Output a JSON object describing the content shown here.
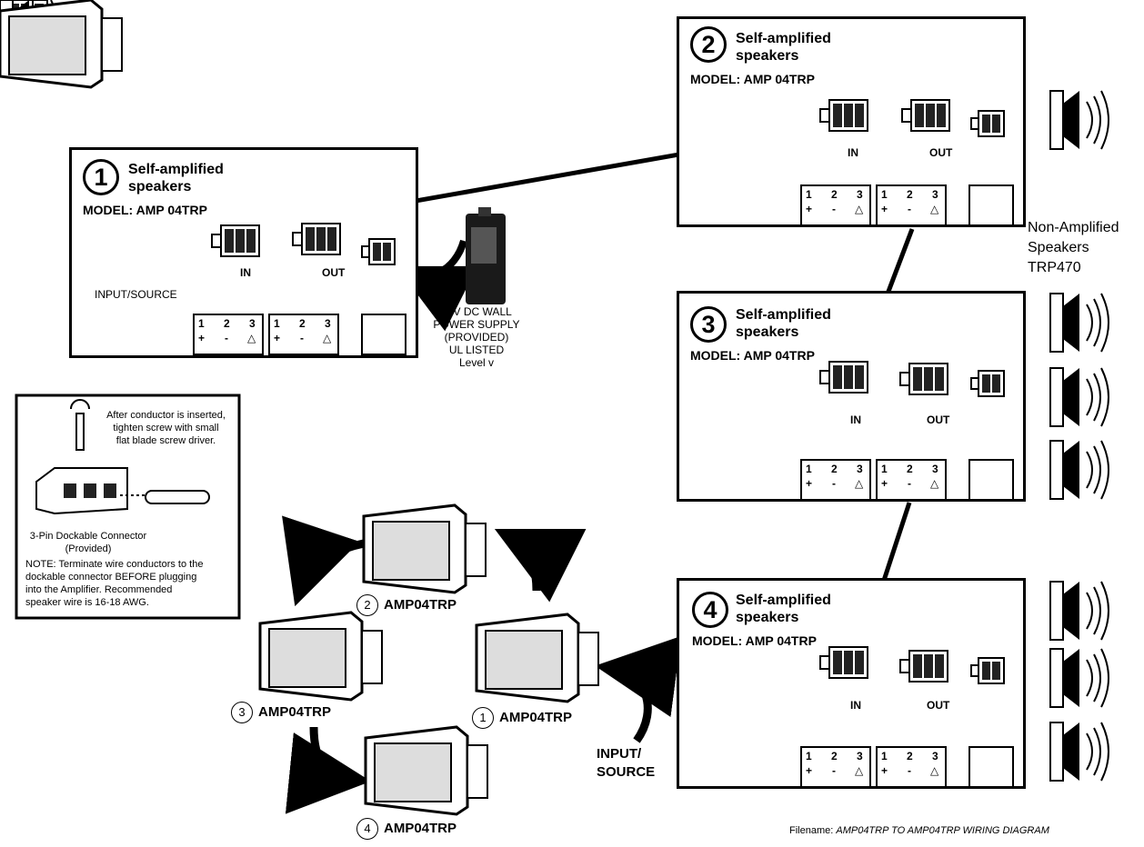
{
  "panels": [
    {
      "number": "1",
      "title": "Self-amplified\nspeakers",
      "model": "MODEL: AMP 04TRP",
      "in_label": "IN",
      "out_label": "OUT"
    },
    {
      "number": "2",
      "title": "Self-amplified\nspeakers",
      "model": "MODEL: AMP 04TRP",
      "in_label": "IN",
      "out_label": "OUT"
    },
    {
      "number": "3",
      "title": "Self-amplified\nspeakers",
      "model": "MODEL: AMP 04TRP",
      "in_label": "IN",
      "out_label": "OUT"
    },
    {
      "number": "4",
      "title": "Self-amplified\nspeakers",
      "model": "MODEL: AMP 04TRP",
      "in_label": "IN",
      "out_label": "OUT"
    }
  ],
  "terminal": {
    "n1": "1",
    "n2": "2",
    "n3": "3",
    "s1": "+",
    "s2": "-",
    "s3": "△"
  },
  "input_source_label": "INPUT/SOURCE",
  "power_supply_label": "15V DC WALL\nPOWER SUPPLY\n(PROVIDED)\nUL LISTED\nLevel v",
  "non_amplified_label": "Non-Amplified\nSpeakers\nTRP470",
  "connector_note": {
    "instruction": "After conductor is inserted,\ntighten screw with small\nflat blade screw driver.",
    "caption": "3-Pin Dockable Connector\n(Provided)",
    "note": "NOTE: Terminate wire conductors to the\ndockable connector BEFORE plugging\ninto the Amplifier. Recommended\nspeaker wire is 16-18 AWG."
  },
  "speakers": [
    {
      "number": "1",
      "label": "AMP04TRP"
    },
    {
      "number": "2",
      "label": "AMP04TRP"
    },
    {
      "number": "3",
      "label": "AMP04TRP"
    },
    {
      "number": "4",
      "label": "AMP04TRP"
    }
  ],
  "input_source_label_2": "INPUT/\nSOURCE",
  "filename": {
    "prefix": "Filename: ",
    "value": "AMP04TRP TO AMP04TRP WIRING DIAGRAM"
  }
}
